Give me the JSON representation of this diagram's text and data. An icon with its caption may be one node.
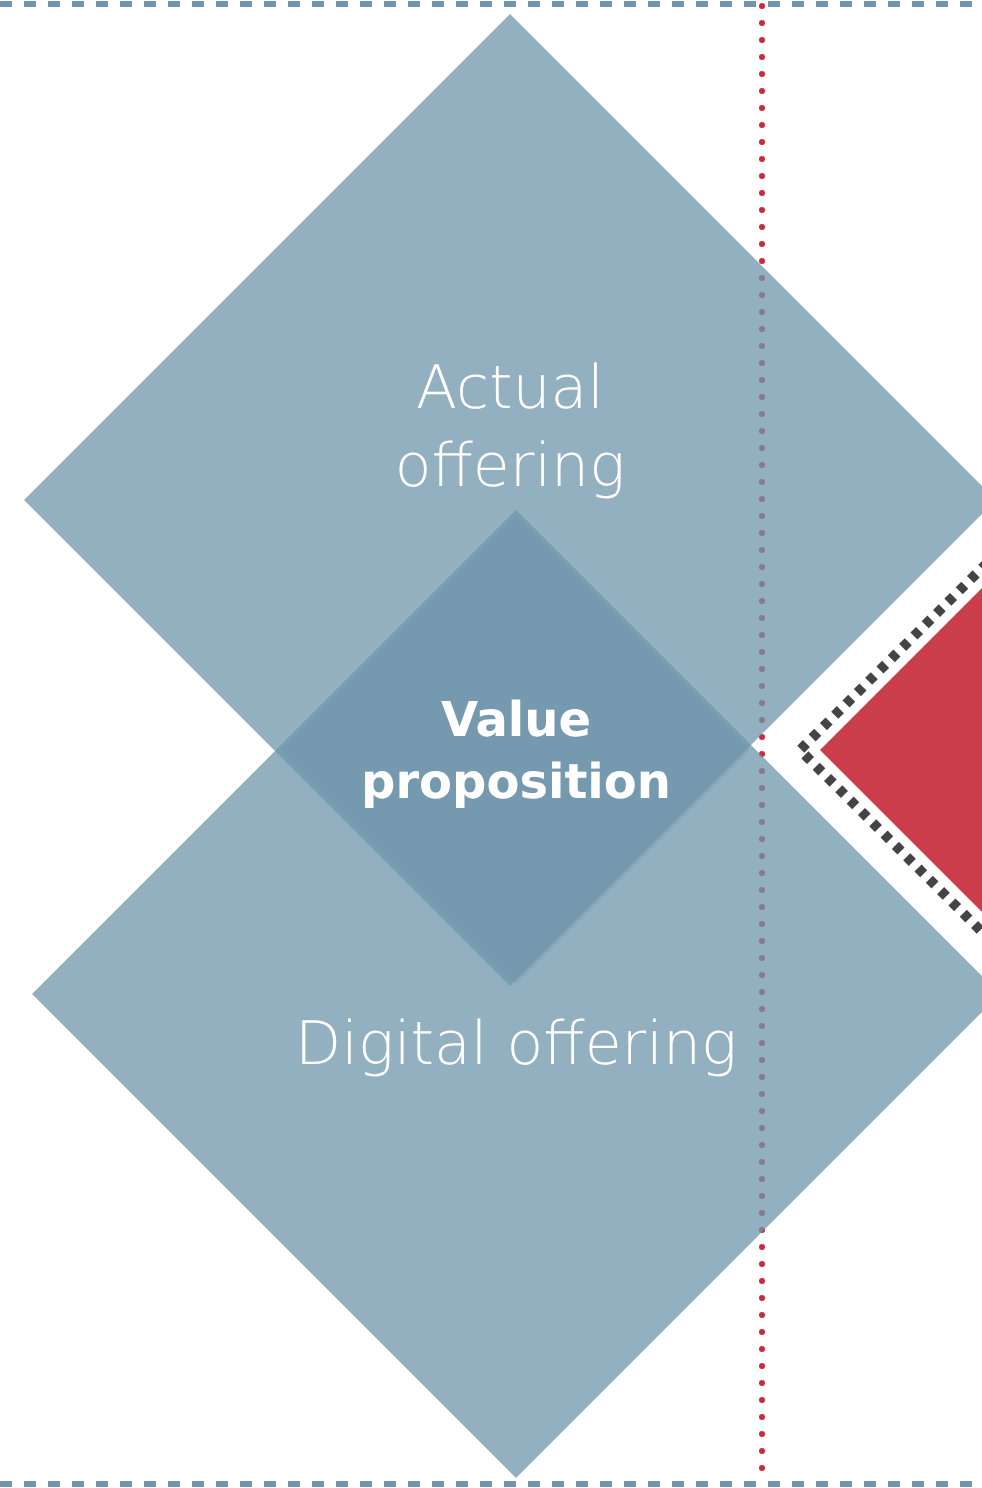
{
  "diagram": {
    "nodes": [
      {
        "text": [
          "Actual offering"
        ]
      },
      {
        "text": [
          "Digital offering"
        ]
      },
      {
        "text": [
          "Value proposition"
        ]
      },
      {
        "text": [],
        "shape": "diamond"
      }
    ]
  }
}
